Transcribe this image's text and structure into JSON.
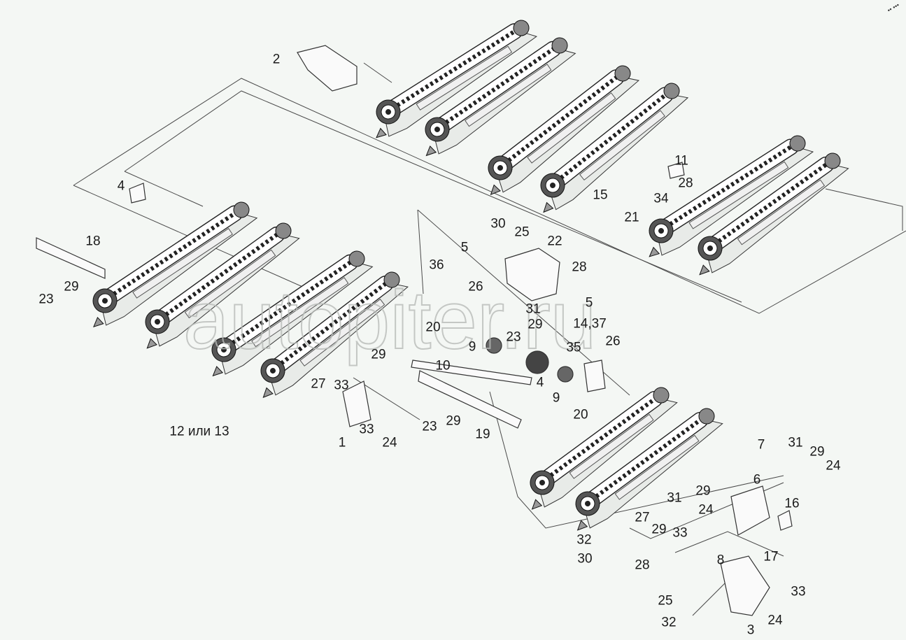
{
  "diagram": {
    "watermark": "autopiter.ru",
    "corner_mark": "•• •••",
    "labels": [
      "2",
      "4",
      "18",
      "23",
      "29",
      "30",
      "25",
      "5",
      "22",
      "28",
      "36",
      "26",
      "31",
      "5",
      "29",
      "20",
      "9",
      "23",
      "14,37",
      "26",
      "35",
      "27",
      "29",
      "33",
      "10",
      "4",
      "9",
      "20",
      "12 или 13",
      "33",
      "24",
      "1",
      "23",
      "29",
      "19",
      "11",
      "28",
      "15",
      "34",
      "21",
      "7",
      "6",
      "29",
      "31",
      "24",
      "27",
      "29",
      "33",
      "16",
      "31",
      "29",
      "24",
      "32",
      "30",
      "28",
      "8",
      "17",
      "25",
      "32",
      "33",
      "24",
      "3"
    ]
  }
}
